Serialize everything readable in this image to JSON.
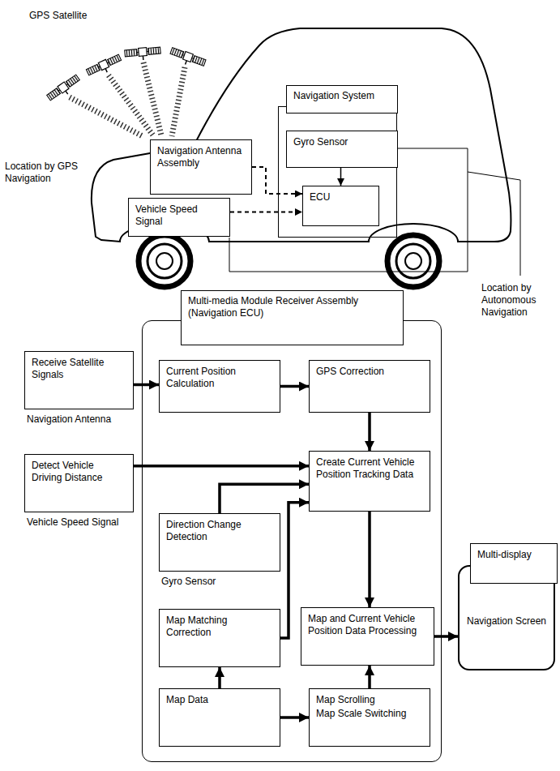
{
  "diagram": {
    "nodes": [
      {
        "text": [
          "Navigation System"
        ]
      },
      {
        "text": [
          "Gyro Sensor"
        ],
        "in": 0
      },
      {
        "text": [
          "ECU"
        ],
        "in": 0
      },
      {
        "text": [
          "Navigation Antenna Assembly"
        ]
      },
      {
        "text": [
          "Vehicle Speed Signal"
        ]
      },
      {
        "text": [
          "Multi-media Module Receiver Assembly (Navigation ECU)"
        ]
      },
      {
        "text": [
          "Receive Satellite Signals",
          "Navigation Antenna"
        ]
      },
      {
        "text": [
          "Current Position Calculation"
        ],
        "in": 5
      },
      {
        "text": [
          "GPS Correction"
        ],
        "in": 5
      },
      {
        "text": [
          "Detect Vehicle Driving Distance",
          "Vehicle Speed Signal"
        ]
      },
      {
        "text": [
          "Create Current Vehicle Position Tracking Data"
        ],
        "in": 5
      },
      {
        "text": [
          "Direction Change Detection",
          "Gyro Sensor"
        ],
        "in": 5
      },
      {
        "text": [
          "Map Matching Correction"
        ],
        "in": 5
      },
      {
        "text": [
          "Map and Current Vehicle Position Data Processing"
        ],
        "in": 5
      },
      {
        "text": [
          "Map Data"
        ],
        "in": 5
      },
      {
        "text": [
          "Map Scrolling",
          "Map Scale Switching"
        ],
        "in": 5
      },
      {
        "text": [
          "Navigation Screen"
        ]
      },
      {
        "text": [
          "Multi-display"
        ],
        "in": 16
      }
    ],
    "edges": [
      {
        "from": 1,
        "to": 2,
        "arrow": "to"
      },
      {
        "from": 3,
        "to": 2,
        "arrow": "to"
      },
      {
        "from": 4,
        "to": 2,
        "arrow": "to"
      },
      {
        "from": 6,
        "to": 7,
        "arrow": "to"
      },
      {
        "from": 7,
        "to": 8,
        "arrow": "to"
      },
      {
        "from": 8,
        "to": 10,
        "arrow": "to"
      },
      {
        "from": 9,
        "to": 10,
        "arrow": "to"
      },
      {
        "from": 11,
        "to": 10,
        "arrow": "to"
      },
      {
        "from": 12,
        "to": 10,
        "arrow": "to"
      },
      {
        "from": 10,
        "to": 13,
        "arrow": "to"
      },
      {
        "from": 14,
        "to": 12,
        "arrow": "to"
      },
      {
        "from": 14,
        "to": 15,
        "arrow": "to"
      },
      {
        "from": 15,
        "to": 13,
        "arrow": "to"
      },
      {
        "from": 13,
        "to": 16,
        "arrow": "to"
      }
    ],
    "labels": [
      "GPS Satellite",
      "Location by GPS Navigation",
      "Location by Autonomous Navigation"
    ]
  }
}
